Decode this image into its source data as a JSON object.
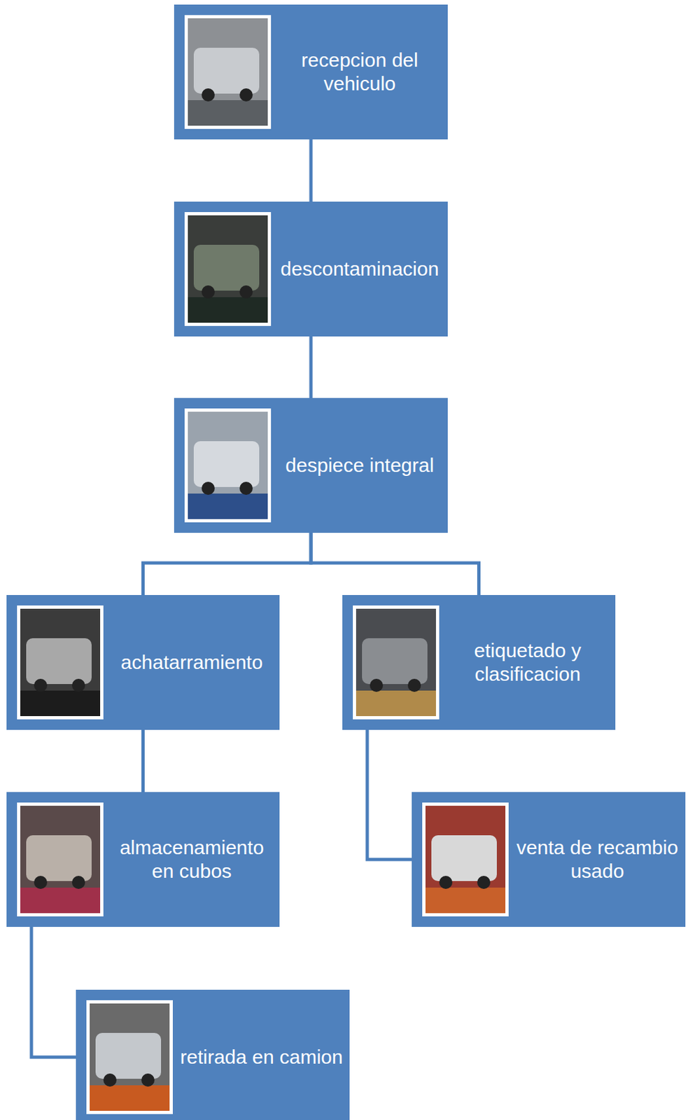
{
  "diagram": {
    "nodes": [
      {
        "text": [
          "recepcion del vehiculo"
        ]
      },
      {
        "text": [
          "descontaminacion"
        ]
      },
      {
        "text": [
          "despiece integral"
        ]
      },
      {
        "text": [
          "achatarramiento"
        ]
      },
      {
        "text": [
          "etiquetado y clasificacion"
        ]
      },
      {
        "text": [
          "almacenamiento en cubos"
        ]
      },
      {
        "text": [
          "venta de recambio usado"
        ]
      },
      {
        "text": [
          "retirada en camion"
        ]
      }
    ],
    "edges": [
      {
        "from": 0,
        "to": 1,
        "arrow": "none"
      },
      {
        "from": 1,
        "to": 2,
        "arrow": "none"
      },
      {
        "from": 2,
        "to": 3,
        "arrow": "none"
      },
      {
        "from": 2,
        "to": 4,
        "arrow": "none"
      },
      {
        "from": 3,
        "to": 5,
        "arrow": "none"
      },
      {
        "from": 4,
        "to": 6,
        "arrow": "none"
      },
      {
        "from": 5,
        "to": 7,
        "arrow": "none"
      }
    ]
  }
}
